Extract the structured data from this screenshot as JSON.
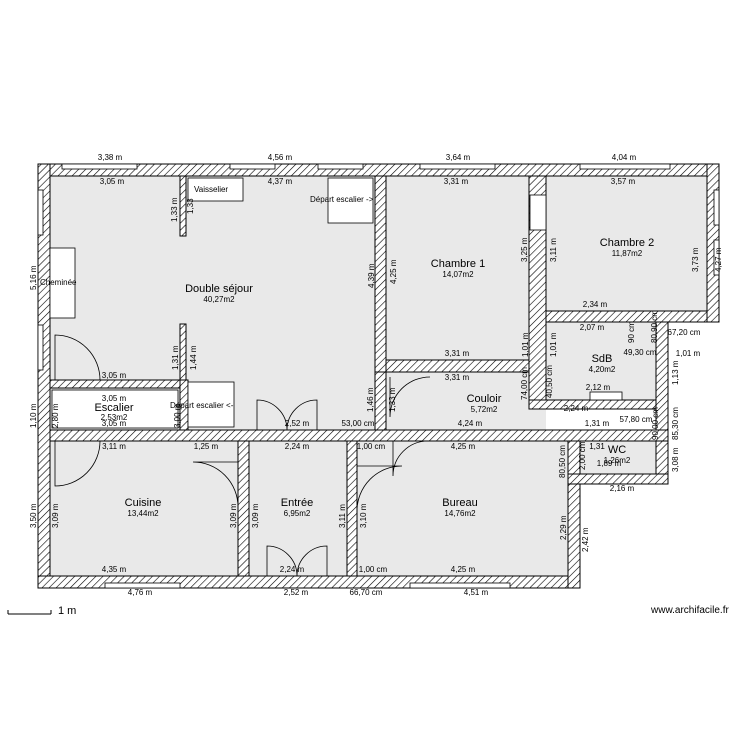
{
  "rooms": {
    "double_sejour": {
      "name": "Double séjour",
      "area": "40,27m2"
    },
    "chambre1": {
      "name": "Chambre 1",
      "area": "14,07m2"
    },
    "chambre2": {
      "name": "Chambre 2",
      "area": "11,87m2"
    },
    "sdb": {
      "name": "SdB",
      "area": "4,20m2"
    },
    "couloir": {
      "name": "Couloir",
      "area": "5,72m2"
    },
    "escalier": {
      "name": "Escalier",
      "area": "2,53m2"
    },
    "cuisine": {
      "name": "Cuisine",
      "area": "13,44m2"
    },
    "entree": {
      "name": "Entrée",
      "area": "6,95m2"
    },
    "bureau": {
      "name": "Bureau",
      "area": "14,76m2"
    },
    "wc": {
      "name": "WC",
      "area": "1,26m2"
    }
  },
  "labels": {
    "vaisselier": "Vaisselier",
    "cheminee": "Cheminée",
    "depart_escalier_right": "Départ escalier ->",
    "depart_escalier_left": "Départ escalier <-"
  },
  "dimensions": {
    "top_outer_1": "3,38 m",
    "top_outer_2": "4,56 m",
    "top_outer_3": "3,64 m",
    "top_outer_4": "4,04 m",
    "top_inner_1": "3,05 m",
    "top_inner_2": "4,37 m",
    "top_inner_3": "3,31 m",
    "top_inner_4": "3,57 m",
    "vaisselier_h1": "1,33 m",
    "vaisselier_h2": "1,33",
    "left_outer": "5,16 m",
    "sejour_h1": "4,39 m",
    "chambre1_h": "4,25 m",
    "chambre1_h2": "3,25 m",
    "chambre2_h1": "3,11 m",
    "chambre2_h2": "3,73 m",
    "chambre2_h3": "4,27 m",
    "ch2_bottom": "2,34 m",
    "sdb_top": "2,07 m",
    "sdb_v1": "1,01 m",
    "sdb_v2": "1,01 m",
    "sdb_cm1": "90 cm",
    "sdb_cm2": "80,90 cm",
    "sdb_cm3": "67,20 cm",
    "sdb_cm4": "49,30 cm",
    "sdb_right": "1,01 m",
    "sdb_v3": "1,13 m",
    "sdb_cm5": "74,00 cm",
    "sdb_cm6": "40,50 cm",
    "sdb_bottom1": "2,12 m",
    "sdb_bottom2": "2,24 m",
    "sejour_v2": "1,31 m",
    "sejour_v3": "1,44 m",
    "sejour_b1": "3,05 m",
    "ch1_bottom": "3,31 m",
    "couloir_top": "3,31 m",
    "couloir_v1": "1,46 m",
    "couloir_v2": "1,33 m",
    "esc_top": "3,05 m",
    "esc_inner": "3,05 m",
    "esc_v1": "2,80 m",
    "esc_v2": "3,00 m",
    "esc_left": "1,10 m",
    "mid_1": "2,52 m",
    "mid_2": "53,00 cm",
    "mid_3": "4,24 m",
    "mid_4": "1,31 m",
    "mid_5": "57,80 cm",
    "mid_6": "85,30 cm",
    "mid_7": "90,00 cm",
    "mid_8": "2,24 m",
    "mid_9": "1,00 cm",
    "cuisine_top": "3,11 m",
    "cuisine_top2": "1,25 m",
    "bureau_top": "4,25 m",
    "wc_1": "1,31",
    "wc_2": "1,89 m",
    "wc_3": "2,00 cm",
    "wc_4": "80,50 cm",
    "wc_5": "3,08 m",
    "wc_6": "2,16 m",
    "cuisine_v1": "3,50 m",
    "cuisine_v2": "3,09 m",
    "cuisine_v3": "3,09 m",
    "entree_v1": "3,09 m",
    "entree_v2": "3,11 m",
    "bureau_v1": "3,10 m",
    "bureau_v2": "2,29 m",
    "bureau_v3": "2,42 m",
    "bottom_inner_1": "4,35 m",
    "bottom_inner_2": "2,24 m",
    "bottom_inner_3": "1,00 cm",
    "bottom_inner_4": "4,25 m",
    "bottom_outer_1": "4,76 m",
    "bottom_outer_2": "2,52 m",
    "bottom_outer_3": "66,70 cm",
    "bottom_outer_4": "4,51 m"
  },
  "footer": {
    "scale": "1 m",
    "credit": "www.archifacile.fr"
  }
}
